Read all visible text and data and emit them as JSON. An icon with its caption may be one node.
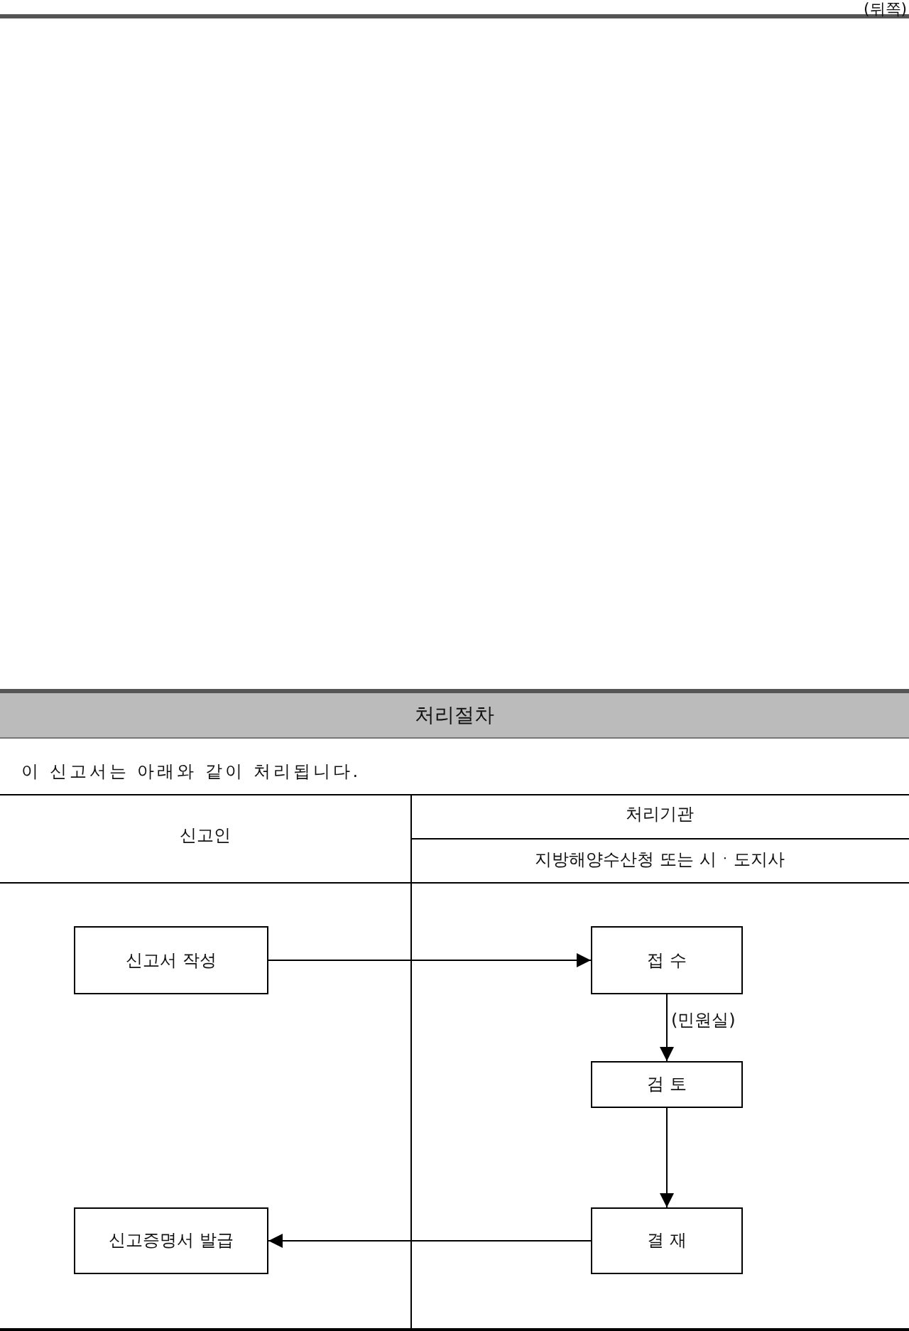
{
  "diagram": {
    "title": "처리절차",
    "nodes": [
      {
        "text": [
          "신고서 작성"
        ]
      },
      {
        "text": [
          "접 수"
        ]
      },
      {
        "text": [
          "검 토"
        ]
      },
      {
        "text": [
          "결 재"
        ]
      },
      {
        "text": [
          "신고증명서 발급"
        ]
      }
    ],
    "edges": [
      {
        "from": 0,
        "to": 1,
        "arrow": "to"
      },
      {
        "from": 1,
        "to": 2,
        "arrow": "to",
        "label": "(민원실)"
      },
      {
        "from": 2,
        "to": 3,
        "arrow": "to"
      },
      {
        "from": 3,
        "to": 4,
        "arrow": "to"
      }
    ],
    "labels": [
      "(뒤쪽)",
      "이 신고서는 아래와 같이 처리됩니다.",
      "신고인",
      "처리기관",
      "지방해양수산청 또는 시ㆍ도지사"
    ]
  }
}
